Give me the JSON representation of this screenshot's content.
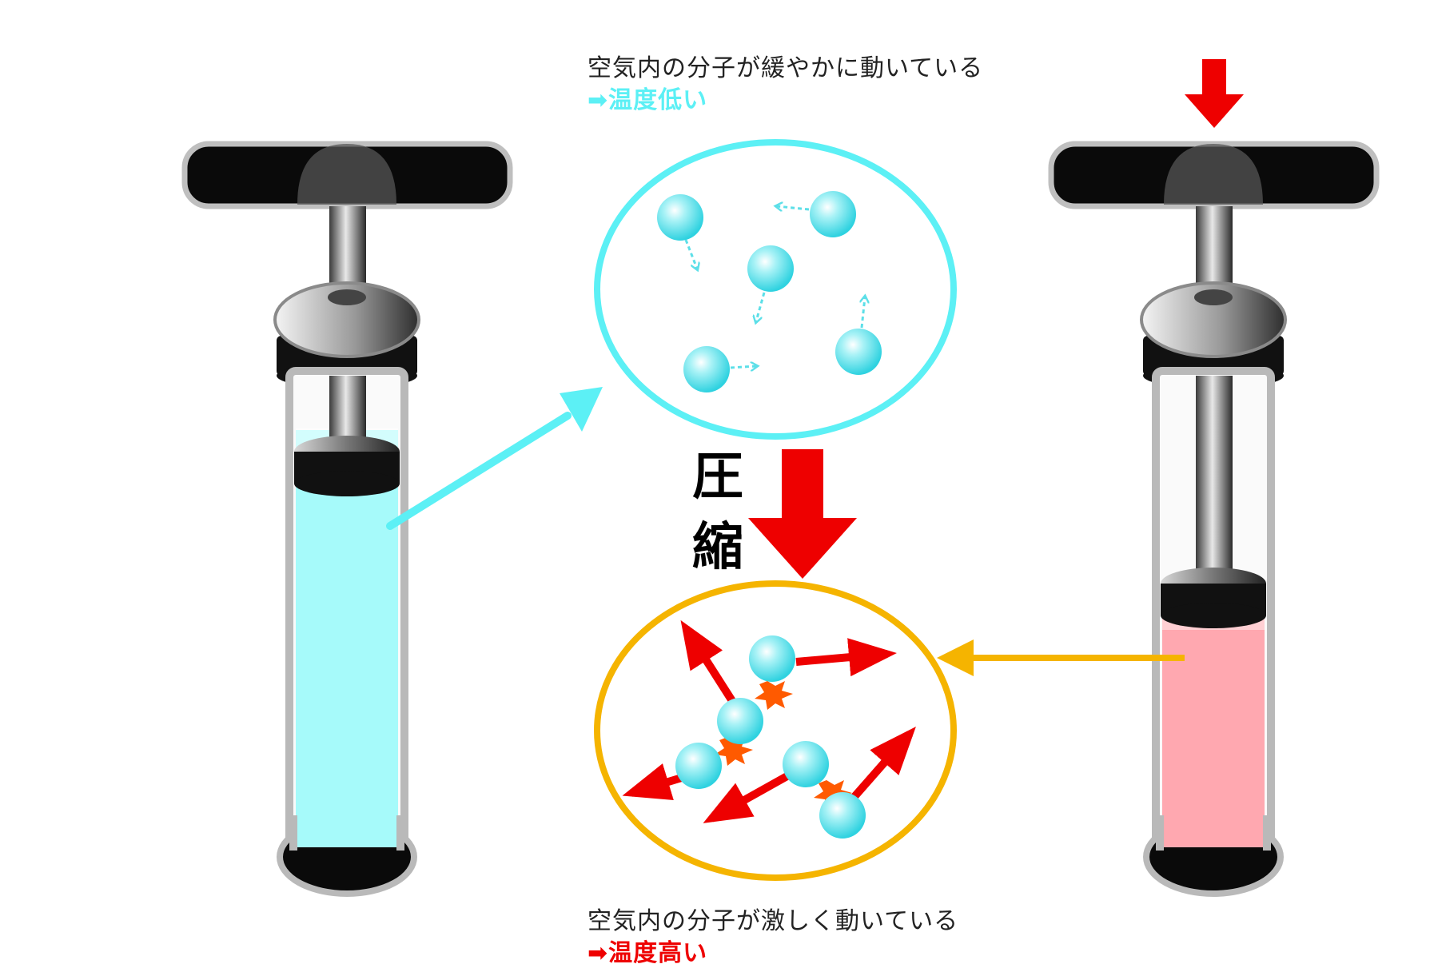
{
  "captions": {
    "top_main": "空気内の分子が緩やかに動いている",
    "top_sub": "➡温度低い",
    "bottom_main": "空気内の分子が激しく動いている",
    "bottom_sub": "➡温度高い"
  },
  "compress_label": {
    "char1": "圧",
    "char2": "縮"
  },
  "colors": {
    "cool_air": "#a6fafa",
    "cool_accent": "#5cf0f5",
    "warm_air": "#ffa8b0",
    "warm_accent": "#f5b400",
    "force_arrow": "#ee0000",
    "collision_burst": "#ff5a00",
    "molecule": "#3fd8e4"
  },
  "icons": {
    "pump_left": "air-pump-icon",
    "pump_right": "air-pump-icon",
    "molecule": "molecule-sphere-icon",
    "collision": "collision-burst-icon"
  }
}
